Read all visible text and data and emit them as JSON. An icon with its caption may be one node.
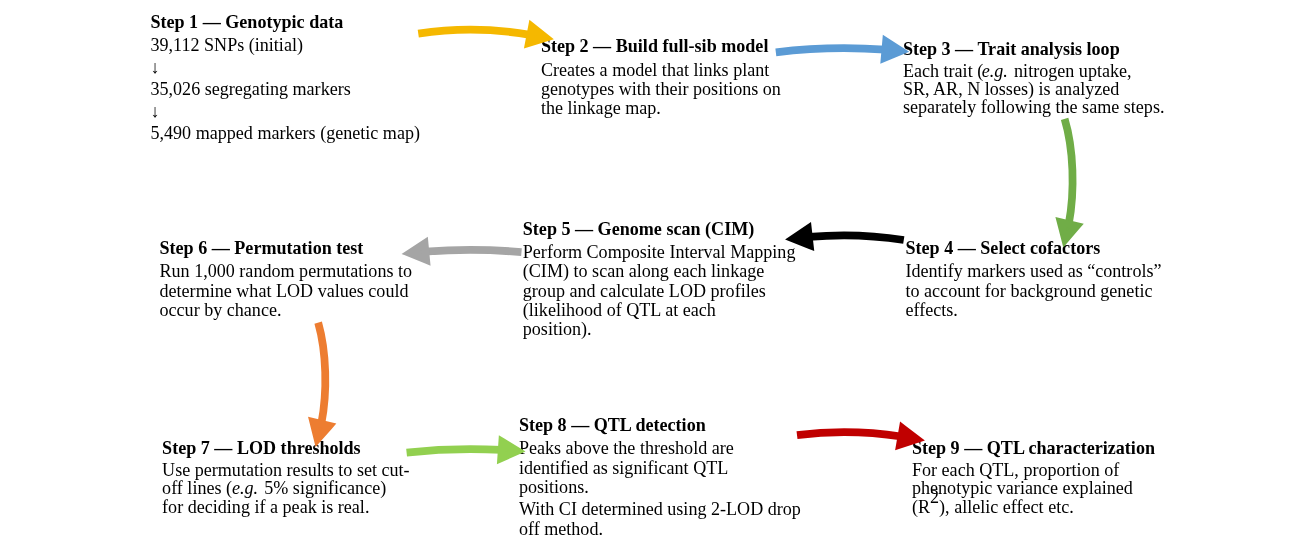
{
  "diagram": {
    "nodes": [
      {
        "text": [
          "Step 1 — Genotypic data",
          "39,112 SNPs (initial)",
          "↓",
          "35,026 segregating markers",
          "↓",
          "5,490 mapped markers (genetic map)"
        ]
      },
      {
        "text": [
          "Step 2 — Build full-sib model",
          "Creates a model that links plant genotypes with their positions on the linkage map."
        ]
      },
      {
        "text": [
          "Step 3 — Trait analysis loop",
          "Each trait (*e.g.* nitrogen uptake, SR, AR, N losses) is analyzed separately following the same steps."
        ]
      },
      {
        "text": [
          "Step 4 — Select cofactors",
          "Identify markers used as “controls” to account for background genetic effects."
        ]
      },
      {
        "text": [
          "Step 5 — Genome scan (CIM)",
          "Perform Composite Interval Mapping (CIM) to scan along each linkage group and calculate LOD profiles (likelihood of QTL at each position)."
        ]
      },
      {
        "text": [
          "Step 6 — Permutation test",
          "Run 1,000 random permutations to determine what LOD values could occur by chance."
        ]
      },
      {
        "text": [
          "Step 7 — LOD thresholds",
          "Use permutation results to set cut-off lines (*e.g.* 5% significance) for deciding if a peak is real."
        ]
      },
      {
        "text": [
          "Step 8 — QTL detection",
          "Peaks above the threshold are identified as significant QTL positions.",
          "With CI determined using 2-LOD drop off method."
        ]
      },
      {
        "text": [
          "Step 9 — QTL characterization",
          "For each QTL, proportion of phenotypic variance explained (R$^{2}$), allelic effect etc."
        ]
      }
    ],
    "edges": [
      {
        "from": 0,
        "to": 1,
        "arrow": "to",
        "color": "#f5b800"
      },
      {
        "from": 1,
        "to": 2,
        "arrow": "to",
        "color": "#5b9bd5"
      },
      {
        "from": 2,
        "to": 3,
        "arrow": "to",
        "color": "#70ad47"
      },
      {
        "from": 3,
        "to": 4,
        "arrow": "to",
        "color": "#000000"
      },
      {
        "from": 4,
        "to": 5,
        "arrow": "to",
        "color": "#a5a5a5"
      },
      {
        "from": 5,
        "to": 6,
        "arrow": "to",
        "color": "#ed7d31"
      },
      {
        "from": 6,
        "to": 7,
        "arrow": "to",
        "color": "#92d050"
      },
      {
        "from": 7,
        "to": 8,
        "arrow": "to",
        "color": "#c00000"
      }
    ]
  }
}
